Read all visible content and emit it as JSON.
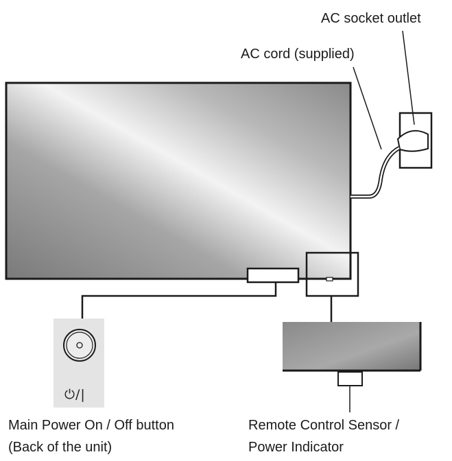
{
  "labels": {
    "socket": "AC socket outlet",
    "cord": "AC cord (supplied)",
    "main_power_line1": "Main Power On / Off button",
    "main_power_line2": "(Back of the unit)",
    "remote_line1": "Remote Control Sensor /",
    "remote_line2": "Power Indicator"
  },
  "power_symbol": "⏻/|",
  "colors": {
    "outline": "#1a1a1a",
    "screen_dark": "#6e6e6e",
    "screen_light": "#f4f4f4",
    "panel_bg": "#e4e4e4"
  }
}
